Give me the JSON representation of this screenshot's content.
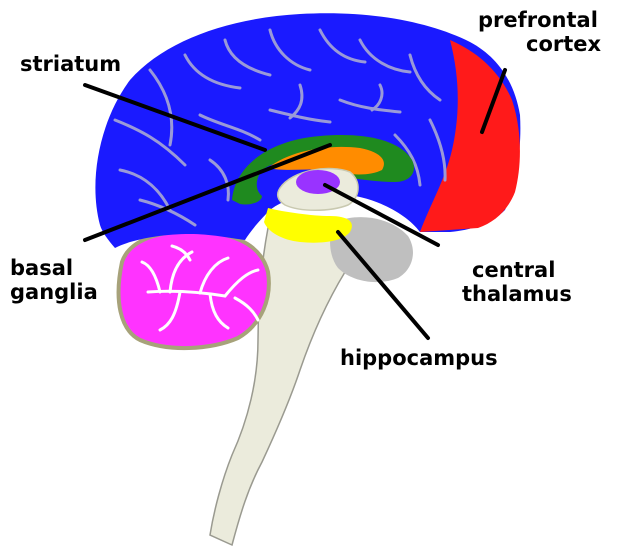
{
  "labels": {
    "prefrontal_cortex_line1": "prefrontal",
    "prefrontal_cortex_line2": "cortex",
    "striatum": "striatum",
    "basal_ganglia_line1": "basal",
    "basal_ganglia_line2": "ganglia",
    "central_thalamus_line1": "central",
    "central_thalamus_line2": "thalamus",
    "hippocampus": "hippocampus"
  },
  "colors": {
    "cortex": "#1a1aff",
    "prefrontal_cortex": "#ff1a1a",
    "striatum": "#1f8a1f",
    "basal_ganglia": "#ff8c00",
    "central_thalamus": "#9933ff",
    "hippocampus": "#ffff00",
    "cerebellum": "#ff33ff",
    "brainstem": "#ebebdc",
    "pons": "#bfbfbf",
    "sulci": "#9a9ad8",
    "leader_lines": "#000000"
  }
}
